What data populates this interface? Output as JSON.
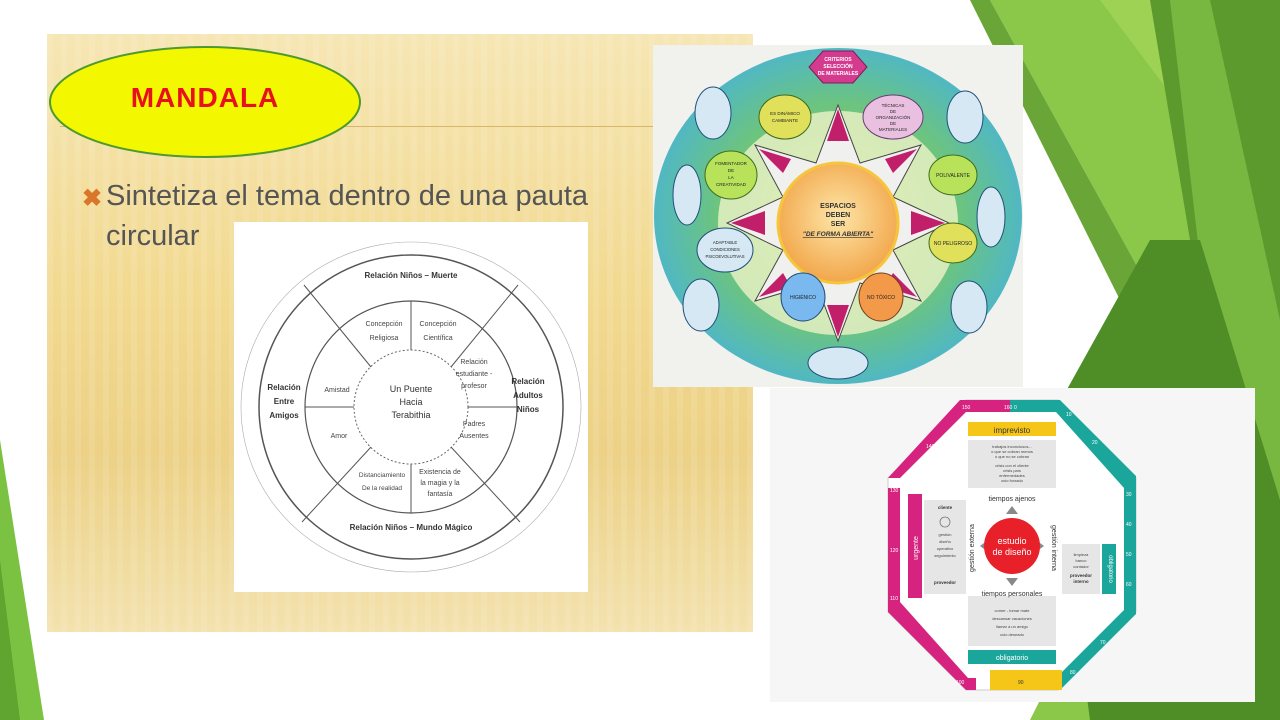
{
  "slide": {
    "title": "MANDALA",
    "bullet_icon": "x-bullet-icon",
    "bullet_line1": "Sintetiza el tema dentro de una pauta",
    "bullet_line2": "circular"
  },
  "colors": {
    "title_red": "#e8101e",
    "ellipse_yellow": "#f3f800",
    "ellipse_border": "#4e9a2e",
    "panel_beige": "#f2d98f",
    "accent_green": "#7cc242",
    "bullet_orange": "#d9762a"
  },
  "diagram_relacion": {
    "outer_labels": {
      "top": "Relación Niños – Muerte",
      "bottom": "Relación Niños – Mundo Mágico",
      "left": [
        "Relación",
        "Entre",
        "Amigos"
      ],
      "right": [
        "Relación",
        "Adultos",
        "Niños"
      ]
    },
    "center": [
      "Un Puente",
      "Hacia",
      "Terabithia"
    ],
    "inner_segments": [
      [
        "Concepción",
        "Religiosa"
      ],
      [
        "Concepción",
        "Científica"
      ],
      [
        "Relación",
        "estudiante -",
        "profesor"
      ],
      [
        "Padres",
        "Ausentes"
      ],
      [
        "Existencia de",
        "la magia y la",
        "fantasía"
      ],
      [
        "Distanciamiento",
        "De la realidad"
      ],
      [
        "Amor"
      ],
      [
        "Amistad"
      ]
    ]
  },
  "diagram_espacios": {
    "center": [
      "ESPACIOS",
      "DEBEN",
      "SER",
      "\"DE FORMA ABIERTA\""
    ],
    "top_label": [
      "CRITERIOS",
      "SELECCIÓN",
      "DE MATERIALES"
    ],
    "petals": [
      [
        "TÉCNICAS",
        "DE",
        "ORGANIZACIÓN",
        "DE",
        "MATERIALES"
      ],
      [
        "POLIVALENTE"
      ],
      [
        "NO PELIGROSO"
      ],
      [
        "NO TÓXICO"
      ],
      [
        "HIGIÉNICO"
      ],
      [
        "ADAPTABLE",
        "CONDICIONES",
        "PSICOEVOLUTIVAS"
      ],
      [
        "FOMENTADOR",
        "DE",
        "LA",
        "CREATIVIDAD"
      ],
      [
        "ES DINÁMICO",
        "CAMBIANTE"
      ]
    ]
  },
  "diagram_estudio": {
    "center": [
      "estudio",
      "de diseño"
    ],
    "top": "imprevisto",
    "bottom": "obligatorio",
    "left": "urgente",
    "right": "obligatorio",
    "axis_top": "tiempos ajenos",
    "axis_bottom": "tiempos personales",
    "axis_left": "gestión externa",
    "axis_right": "gestión interna",
    "top_notes": [
      "trabajos inconclusos...",
      "o que se cobran menos",
      "o que no se cobran",
      "crisis con el cliente",
      "crisis país",
      "enfermedades",
      "ocio forzado"
    ],
    "bottom_notes": [
      "comer - tomar mate",
      "descansar vacaciones",
      "llamar a un amigo",
      "ocio deseado"
    ],
    "left_notes": [
      "cliente",
      "gestión",
      "diseño",
      "operativo",
      "seguimiento",
      "proveedor"
    ],
    "right_notes": [
      "limpieza",
      "banco",
      "contador",
      "proveedor",
      "interno"
    ],
    "scale_ticks": [
      "150",
      "160",
      "0",
      "10",
      "20",
      "30",
      "40",
      "50",
      "60",
      "70",
      "80",
      "90",
      "100",
      "110",
      "120",
      "130",
      "140"
    ]
  }
}
